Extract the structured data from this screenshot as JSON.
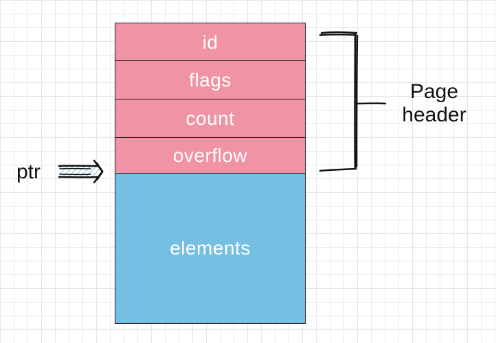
{
  "colors": {
    "header_fill": "#f093a4",
    "elements_fill": "#75bfe2",
    "stroke": "#1b1b1b",
    "text_on_box": "#ffffff",
    "arrow_fill": "#a9d7ee"
  },
  "page": {
    "fields": [
      {
        "label": "id"
      },
      {
        "label": "flags"
      },
      {
        "label": "count"
      },
      {
        "label": "overflow"
      }
    ],
    "elements": {
      "label": "elements"
    }
  },
  "annotations": {
    "pointer_label": "ptr",
    "bracket_label_line1": "Page",
    "bracket_label_line2": "header"
  }
}
